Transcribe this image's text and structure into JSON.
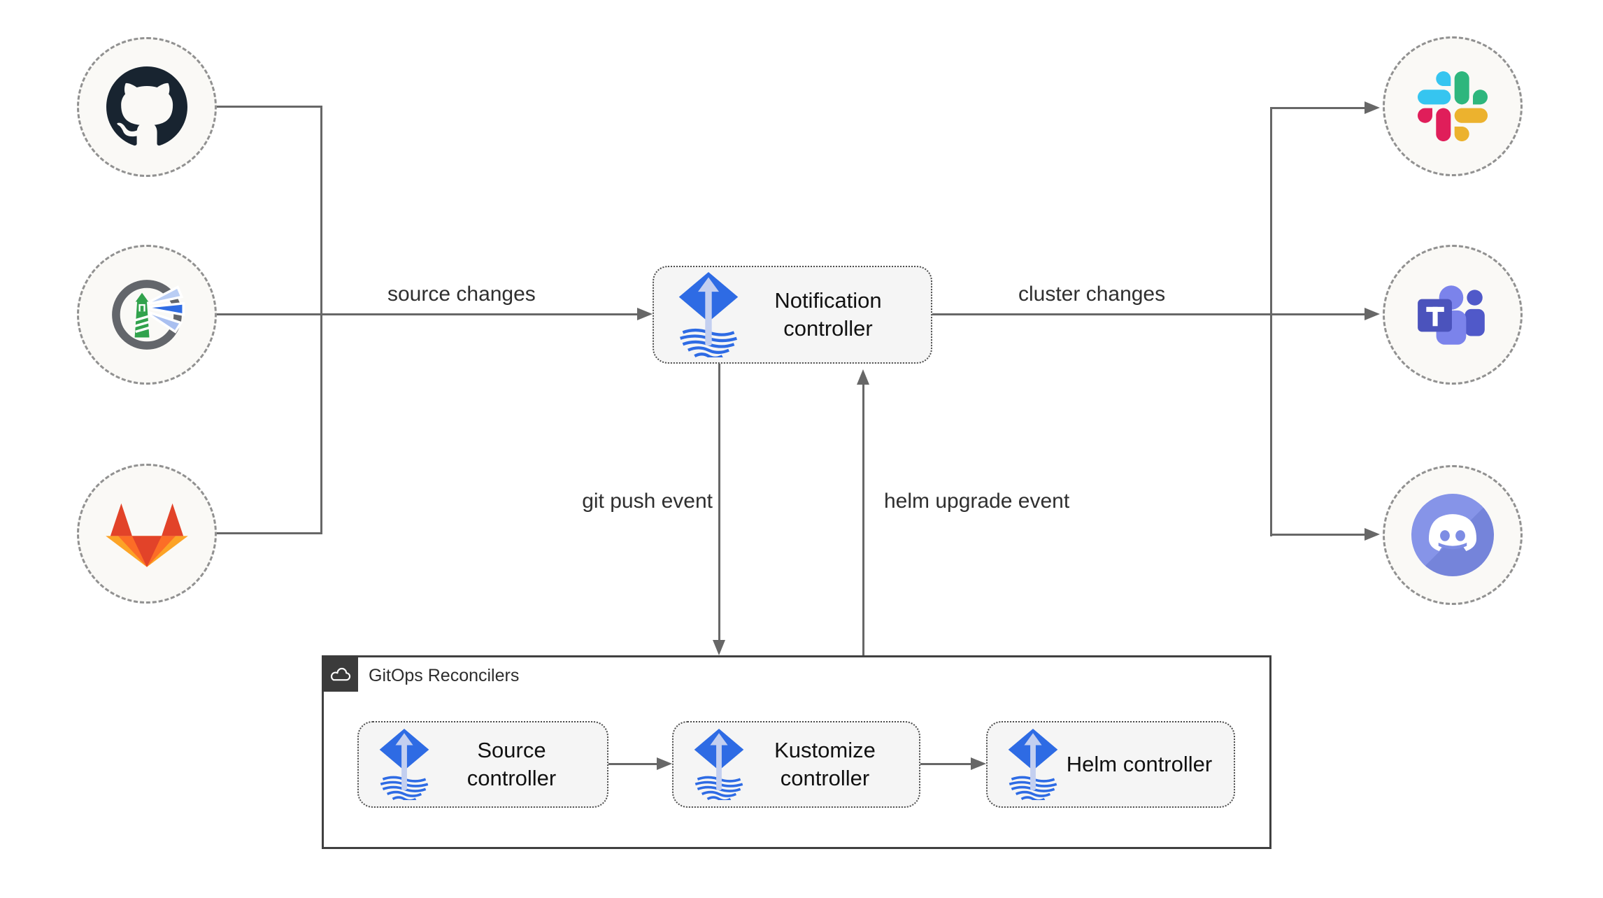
{
  "nodes": {
    "notification": {
      "label": "Notification controller"
    },
    "sources": [
      {
        "name": "GitHub",
        "icon": "github-icon"
      },
      {
        "name": "Harbor",
        "icon": "harbor-icon"
      },
      {
        "name": "GitLab",
        "icon": "gitlab-icon"
      }
    ],
    "notifiers": [
      {
        "name": "Slack",
        "icon": "slack-icon"
      },
      {
        "name": "Microsoft Teams",
        "icon": "teams-icon"
      },
      {
        "name": "Discord",
        "icon": "discord-icon"
      }
    ]
  },
  "edges": {
    "source_changes": "source changes",
    "cluster_changes": "cluster changes",
    "git_push_event": "git push event",
    "helm_upgrade_event": "helm upgrade event"
  },
  "reconcilers": {
    "group_label": "GitOps Reconcilers",
    "items": [
      {
        "label": "Source controller"
      },
      {
        "label": "Kustomize controller"
      },
      {
        "label": "Helm controller"
      }
    ]
  },
  "colors": {
    "flux_blue": "#2e6be4",
    "flux_arrow_light": "#c3cff0",
    "line_gray": "#676767",
    "node_fill": "#faf9f6",
    "box_fill": "#f5f5f5",
    "group_badge": "#3b3b3b",
    "github_dark": "#182430",
    "harbor_gray": "#63666b",
    "harbor_green": "#31a24c",
    "gitlab_red": "#e24329",
    "gitlab_orange": "#fc6d26",
    "gitlab_yellow": "#fca326",
    "slack_blue": "#36c5f0",
    "slack_green": "#2eb67d",
    "slack_red": "#e01e5a",
    "slack_yellow": "#ecb22e",
    "teams_indigo": "#4b53bc",
    "teams_light": "#7b83eb",
    "discord_blurple": "#7d8ce4"
  }
}
